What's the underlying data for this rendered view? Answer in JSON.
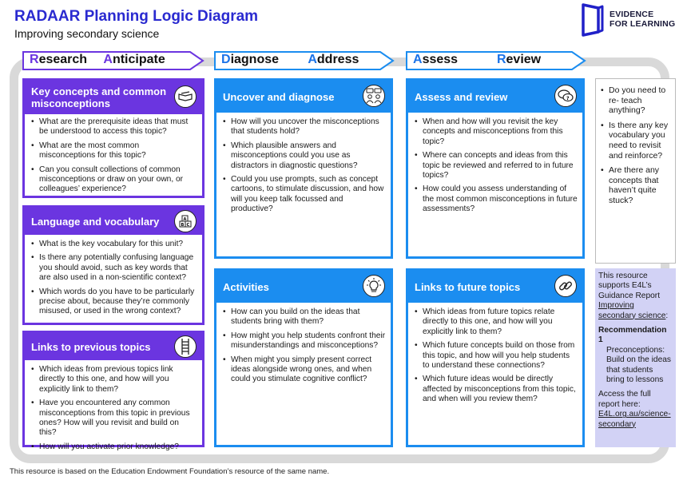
{
  "header": {
    "title": "RADAAR Planning Logic Diagram",
    "subtitle": "Improving secondary science",
    "logo_line1": "EVIDENCE",
    "logo_line2": "FOR LEARNING"
  },
  "stages": [
    {
      "first": "R",
      "rest": "esearch",
      "first2": "A",
      "rest2": "nticipate",
      "color": "#6b35e0"
    },
    {
      "first": "D",
      "rest": "iagnose",
      "first2": "A",
      "rest2": "ddress",
      "color": "#1b8df0"
    },
    {
      "first": "A",
      "rest": "ssess",
      "first2": "R",
      "rest2": "eview",
      "color": "#1b8df0"
    }
  ],
  "cards": {
    "key_concepts": {
      "title": "Key concepts and common misconceptions",
      "items": [
        "What are the prerequisite ideas that must be understood to access this topic?",
        "What are the most common misconceptions for this topic?",
        "Can you consult collections of common misconceptions or draw on your own, or colleagues’ experience?"
      ]
    },
    "language": {
      "title": "Language and vocabulary",
      "items": [
        "What is the key vocabulary for this unit?",
        "Is there any potentially confusing language you should avoid, such as key words that are also used in a non-scientific context?",
        "Which words do you have to be particularly precise about, because they’re commonly misused, or used in the wrong context?"
      ]
    },
    "links_previous": {
      "title": "Links to previous topics",
      "items": [
        "Which ideas from previous topics link directly to this one, and how will you explicitly link to them?",
        "Have you encountered any common misconceptions from this topic in previous ones? How will you revisit and build on this?",
        "How will you activate prior knowledge?"
      ]
    },
    "uncover": {
      "title": "Uncover and diagnose",
      "items": [
        "How will you uncover the misconceptions that students hold?",
        "Which plausible answers and misconceptions could you use as distractors in diagnostic questions?",
        "Could you use prompts, such as concept cartoons, to stimulate discussion, and how will you keep talk focussed and productive?"
      ]
    },
    "activities": {
      "title": "Activities",
      "items": [
        "How can you build on the ideas that students bring with them?",
        "How might you help students confront their misunderstandings and misconceptions?",
        "When might you simply present correct ideas alongside wrong ones, and when could you stimulate cognitive conflict?"
      ]
    },
    "assess": {
      "title": "Assess and review",
      "items": [
        "When and how will you revisit the key concepts and misconceptions from this topic?",
        "Where can concepts and ideas from this topic be reviewed and referred to in future topics?",
        "How could you assess understanding of the most common misconceptions in future assessments?"
      ]
    },
    "links_future": {
      "title": "Links to future topics",
      "items": [
        "Which ideas from future topics relate directly to this one, and how will you explicitly link to them?",
        "Which future concepts build on those from this topic, and how will you help students to understand these connections?",
        "Which future ideas would be directly affected by misconceptions from this topic, and when will you review them?"
      ]
    }
  },
  "side_questions": [
    "Do you need to re- teach anything?",
    "Is there any key vocabulary you need to revisit and reinforce?",
    "Are there any concepts that haven’t quite stuck?"
  ],
  "side_resource": {
    "line1": "This resource supports E4L’s Guidance Report",
    "link1": "Improving secondary science",
    "colon": ":",
    "rec_title": "Recommendation 1",
    "rec_text": "Preconceptions: Build on the ideas that students bring to lessons",
    "access": "Access the full report here:",
    "link2": "E4L.org.au/science-secondary"
  },
  "footer": "This resource is based on the Education Endowment Foundation’s resource of the same name.",
  "icons": [
    "book-pencil-icon",
    "abc-blocks-icon",
    "ladder-icon",
    "people-speech-icon",
    "lightbulb-icon",
    "speech-bubbles-icon",
    "chain-link-icon",
    "e4l-logo-icon"
  ]
}
